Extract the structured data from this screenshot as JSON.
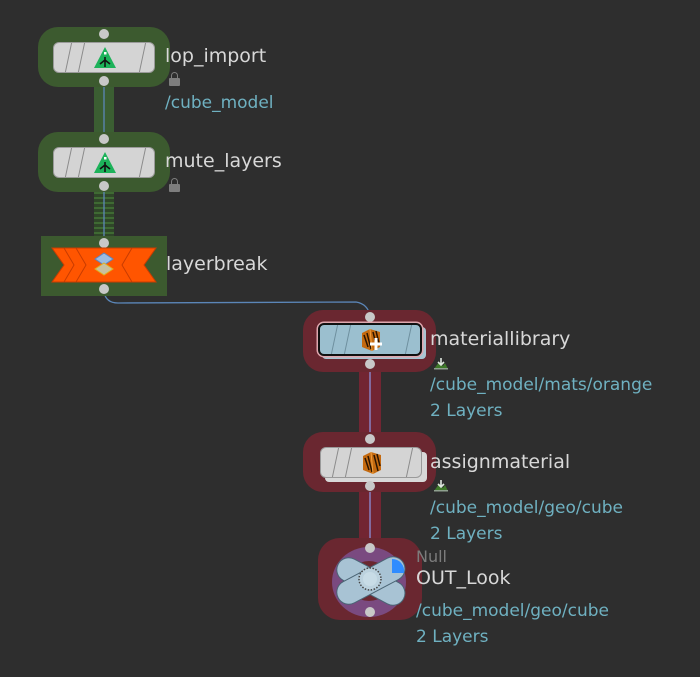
{
  "network": {
    "nodes": [
      {
        "id": "lop_import",
        "name": "lop_import",
        "type": "sopimport",
        "flags": [
          "lock"
        ],
        "info": [
          "/cube_model"
        ],
        "color": "#3c5a2f"
      },
      {
        "id": "mute_layers",
        "name": "mute_layers",
        "type": "sopimport",
        "flags": [
          "lock"
        ],
        "info": [],
        "color": "#3c5a2f"
      },
      {
        "id": "layerbreak",
        "name": "layerbreak",
        "type": "layerbreak",
        "flags": [],
        "info": [],
        "color": "#3c5a2f"
      },
      {
        "id": "materiallibrary",
        "name": "materiallibrary",
        "type": "materiallibrary",
        "flags": [
          "import-stamp"
        ],
        "info": [
          "/cube_model/mats/orange",
          "2 Layers"
        ],
        "color": "#6a2730"
      },
      {
        "id": "assignmaterial",
        "name": "assignmaterial",
        "type": "assignmaterial",
        "flags": [
          "import-stamp"
        ],
        "info": [
          "/cube_model/geo/cube",
          "2 Layers"
        ],
        "color": "#6a2730"
      },
      {
        "id": "out_look",
        "name": "OUT_Look",
        "type_label": "Null",
        "type": "null",
        "flags": [
          "display"
        ],
        "info": [
          "/cube_model/geo/cube",
          "2 Layers"
        ],
        "color": "#6a2730"
      }
    ],
    "connections": [
      [
        "lop_import",
        "mute_layers"
      ],
      [
        "mute_layers",
        "layerbreak"
      ],
      [
        "layerbreak",
        "materiallibrary"
      ],
      [
        "materiallibrary",
        "assignmaterial"
      ],
      [
        "assignmaterial",
        "out_look"
      ]
    ],
    "colors": {
      "background": "#2e2e2e",
      "wire": "#5b86b8",
      "green_highlight": "#3c5a2f",
      "red_highlight": "#6a2730",
      "path_text": "#6fb1c1",
      "label_text": "#d8d8d8",
      "display_flag": "#2f8cff",
      "layerbreak_orange": "#ff5500"
    }
  }
}
